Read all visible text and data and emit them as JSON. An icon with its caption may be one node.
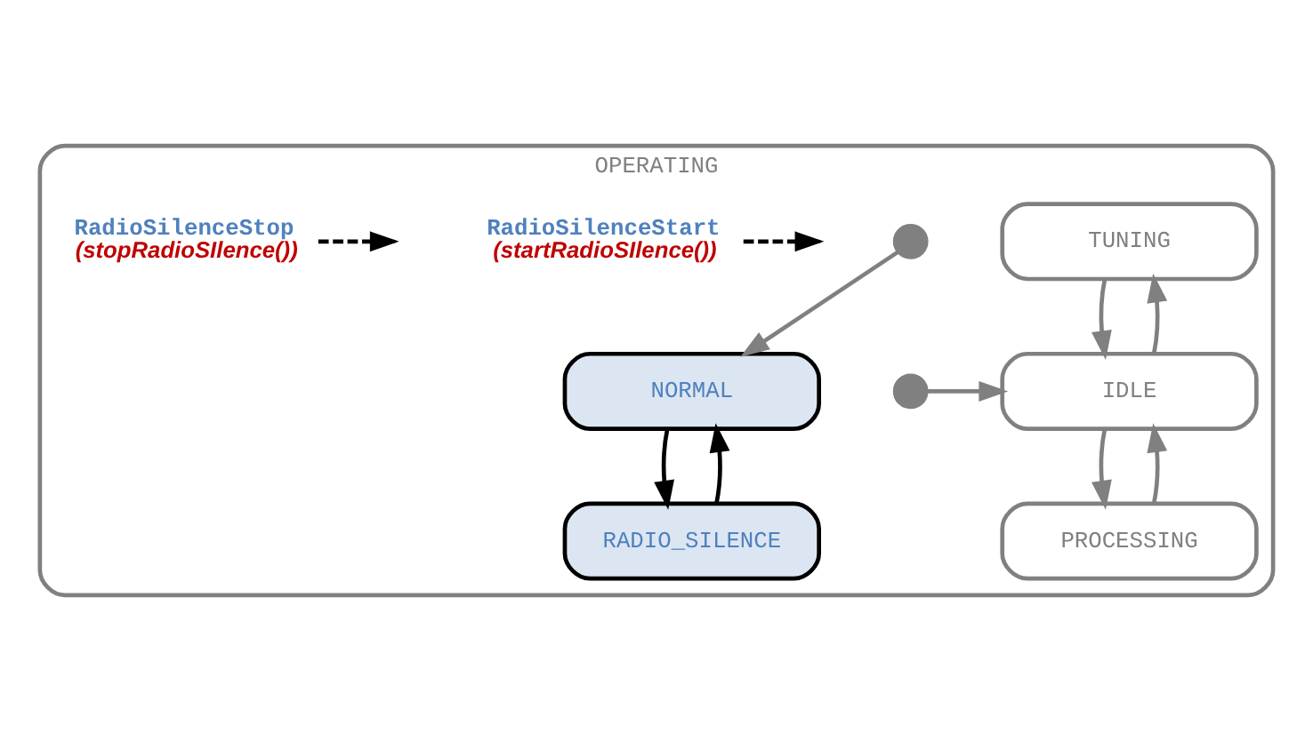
{
  "diagram": {
    "nodes": [
      {
        "text": [
          "OPERATING"
        ]
      },
      {
        "text": [
          "TUNING"
        ],
        "in": 0
      },
      {
        "text": [
          "IDLE"
        ],
        "in": 0
      },
      {
        "text": [
          "PROCESSING"
        ],
        "in": 0
      },
      {
        "text": [],
        "shape": "circle",
        "in": 0
      },
      {
        "text": [],
        "shape": "circle",
        "in": 0
      },
      {
        "text": [
          "NORMAL"
        ],
        "in": 0
      },
      {
        "text": [
          "RADIO_SILENCE"
        ],
        "in": 0
      },
      {
        "text": [
          "RadioSilenceStart",
          "(startRadioSIlence())"
        ],
        "in": 0
      },
      {
        "text": [
          "RadioSilenceStop",
          "(stopRadioSIlence())"
        ],
        "in": 0
      }
    ],
    "edges": [
      {
        "from": 1,
        "to": 2,
        "arrow": "to"
      },
      {
        "from": 2,
        "to": 1,
        "arrow": "to"
      },
      {
        "from": 5,
        "to": 2,
        "arrow": "to"
      },
      {
        "from": 2,
        "to": 3,
        "arrow": "to"
      },
      {
        "from": 3,
        "to": 2,
        "arrow": "to"
      },
      {
        "from": 4,
        "to": 6,
        "arrow": "to"
      },
      {
        "from": 6,
        "to": 7,
        "arrow": "to",
        "color": "#000000"
      },
      {
        "from": 7,
        "to": 6,
        "arrow": "to",
        "color": "#000000"
      },
      {
        "from": 8,
        "to": null,
        "arrow": "to",
        "style": "dashed",
        "color": "#000000"
      },
      {
        "from": 9,
        "to": null,
        "arrow": "to",
        "style": "dashed",
        "color": "#000000"
      }
    ]
  }
}
